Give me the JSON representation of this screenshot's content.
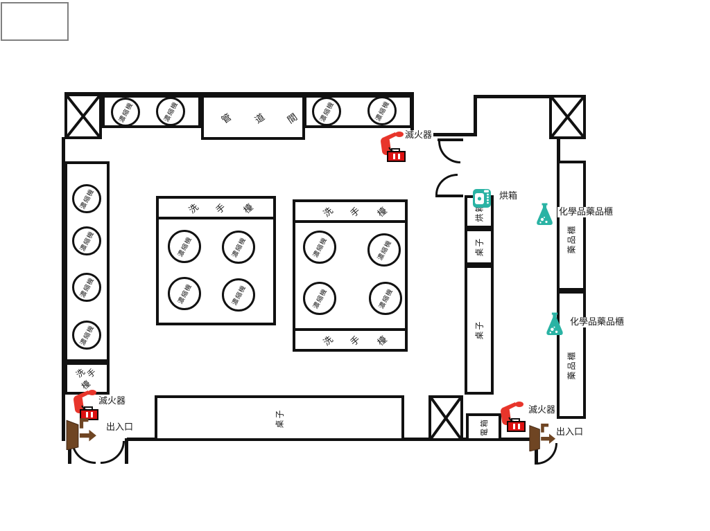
{
  "plan": {
    "legend_box_text": "",
    "rooms": {
      "pipe_room": "管道間"
    },
    "equipment": {
      "concentrator": "濃縮機",
      "sink_counter": "洗手檯",
      "oven_unit": "烘箱",
      "table": "桌子",
      "electrical_box": "電箱",
      "medicine_cabinet": "藥品櫃"
    },
    "annotations": {
      "fire_extinguisher": "滅火器",
      "exit": "出入口",
      "oven": "烘箱",
      "chemical_cabinet": "化學品藥品櫃"
    },
    "icons": {
      "fire_extinguisher_icon": "red-extinguisher-with-case",
      "oven_icon": "teal-oven-appliance",
      "chemical_flask_icon": "teal-erlenmeyer-flask",
      "exit_door_icon": "brown-open-door-arrow"
    },
    "colors": {
      "wall": "#111111",
      "safety_red": "#e8352b",
      "case_red": "#dd1111",
      "teal": "#2ab3a4",
      "door_brown": "#6f4523",
      "legend_border": "#7f7f7f"
    }
  }
}
